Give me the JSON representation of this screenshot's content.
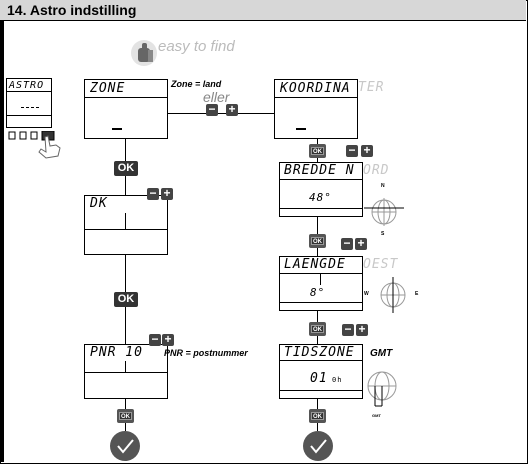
{
  "title": "14. Astro indstilling",
  "easy_to_find": "easy to find",
  "eller": "eller",
  "zone_note": "Zone = land",
  "pnr_note": "PNR = postnummer",
  "gmt_label": "GMT",
  "compass": {
    "north": "N",
    "south": "S",
    "west": "W",
    "east": "E",
    "gmt": "GMT"
  },
  "ok_label": "OK",
  "minus_symbol": "−",
  "plus_symbol": "+",
  "displays": {
    "astro": "ASTRO",
    "zone": "ZONE",
    "dk": "DK",
    "pnr": "PNR  10",
    "koordinater_visible": "KOORDINA",
    "koordinater_faint": "TER",
    "bredde_visible": "BREDDE N",
    "bredde_faint": "ORD",
    "bredde_value": "48°",
    "laengde_visible": "LAENGDE",
    "laengde_faint": "OEST",
    "laengde_value": "8°",
    "tidszone": "TIDSZONE",
    "tidszone_value": "01",
    "tidszone_unit": "0h"
  },
  "colors": {
    "ok_bg": "#333333",
    "title_bg": "#d7d7d7",
    "check": "#555555"
  }
}
